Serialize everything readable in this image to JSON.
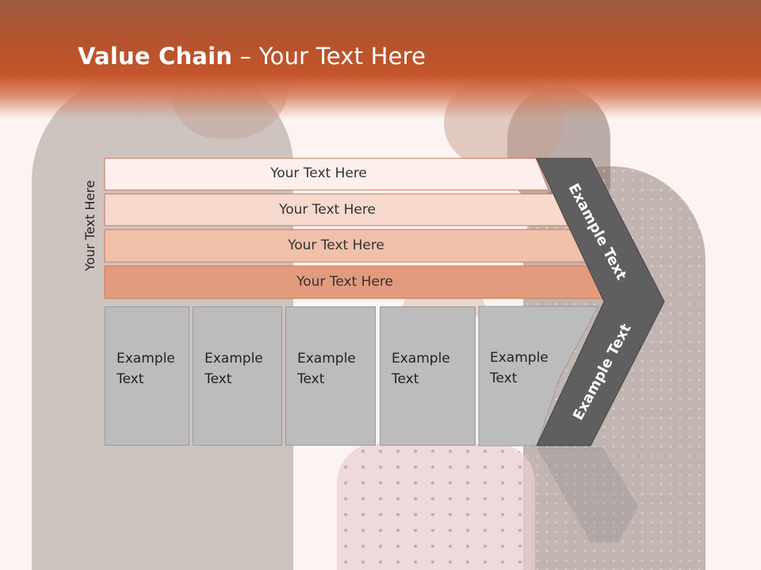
{
  "slide": {
    "title_bold": "Value Chain",
    "title_rest": " – Your Text Here",
    "side_label": "Your Text Here",
    "bars": [
      {
        "label": "Your Text Here",
        "color": "#fdf0ec"
      },
      {
        "label": "Your Text Here",
        "color": "#f7d9cd"
      },
      {
        "label": "Your Text Here",
        "color": "#f1c0ab"
      },
      {
        "label": "Your Text Here",
        "color": "#e39b7d"
      }
    ],
    "columns": [
      {
        "line1": "Example",
        "line2": "Text"
      },
      {
        "line1": "Example",
        "line2": "Text"
      },
      {
        "line1": "Example",
        "line2": "Text"
      },
      {
        "line1": "Example",
        "line2": "Text"
      },
      {
        "line1": "Example",
        "line2": "Text"
      }
    ],
    "chevron_top_label": "Example Text",
    "chevron_bottom_label": "Example Text",
    "colors": {
      "header": "#c5552a",
      "chevron": "#5f5f5f",
      "column_fill": "#bcbcbc"
    }
  }
}
